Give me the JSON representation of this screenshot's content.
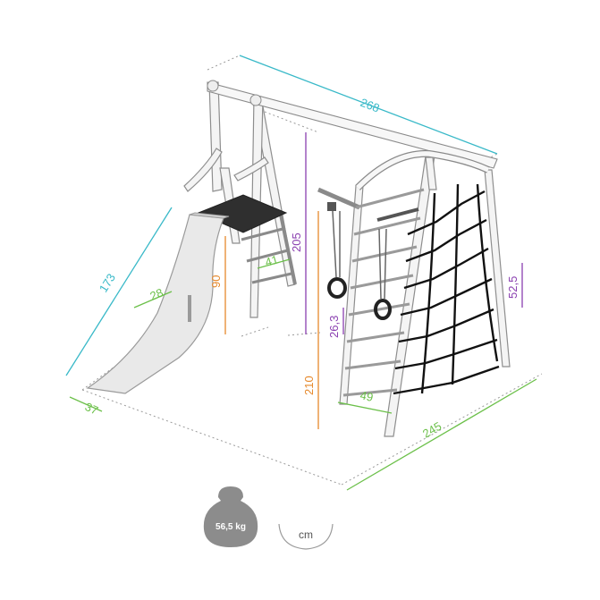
{
  "dimensions": {
    "top_length": "268",
    "slide_length": "173",
    "slide_width": "28",
    "slide_base": "37",
    "platform_height": "90",
    "step_width": "41",
    "swing_height": "205",
    "total_height": "210",
    "net_step": "49",
    "ring_size": "26,3",
    "ring_height": "52,5",
    "base_length": "245"
  },
  "badges": {
    "weight": "56,5 kg",
    "unit": "cm"
  },
  "colors": {
    "cyan": "#39b9c8",
    "green": "#6cc04a",
    "purple": "#8a3fb0",
    "orange": "#e6892c",
    "weight_fill": "#8c8c8c",
    "platform": "#2f2f2f",
    "net": "#111111"
  }
}
